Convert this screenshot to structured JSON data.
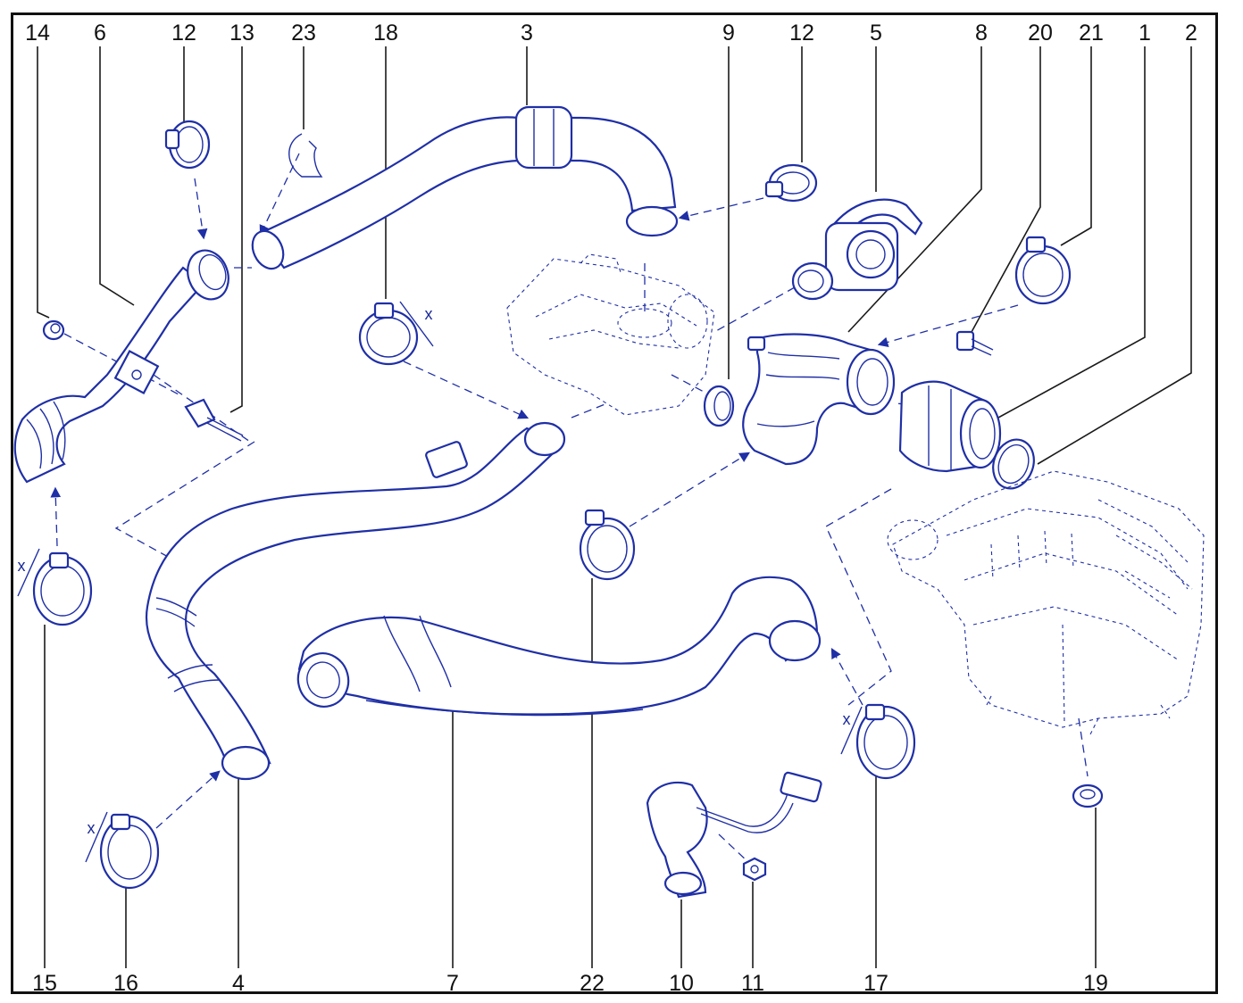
{
  "callouts": {
    "top": [
      "14",
      "6",
      "12",
      "13",
      "23",
      "18",
      "3",
      "9",
      "12",
      "5",
      "8",
      "20",
      "21",
      "1",
      "2"
    ],
    "bottom": [
      "15",
      "16",
      "4",
      "7",
      "22",
      "10",
      "11",
      "17",
      "19"
    ]
  },
  "dimension_label": "x",
  "colors": {
    "linework": "#1f2fa6",
    "text": "#111111",
    "frame": "#111111"
  }
}
